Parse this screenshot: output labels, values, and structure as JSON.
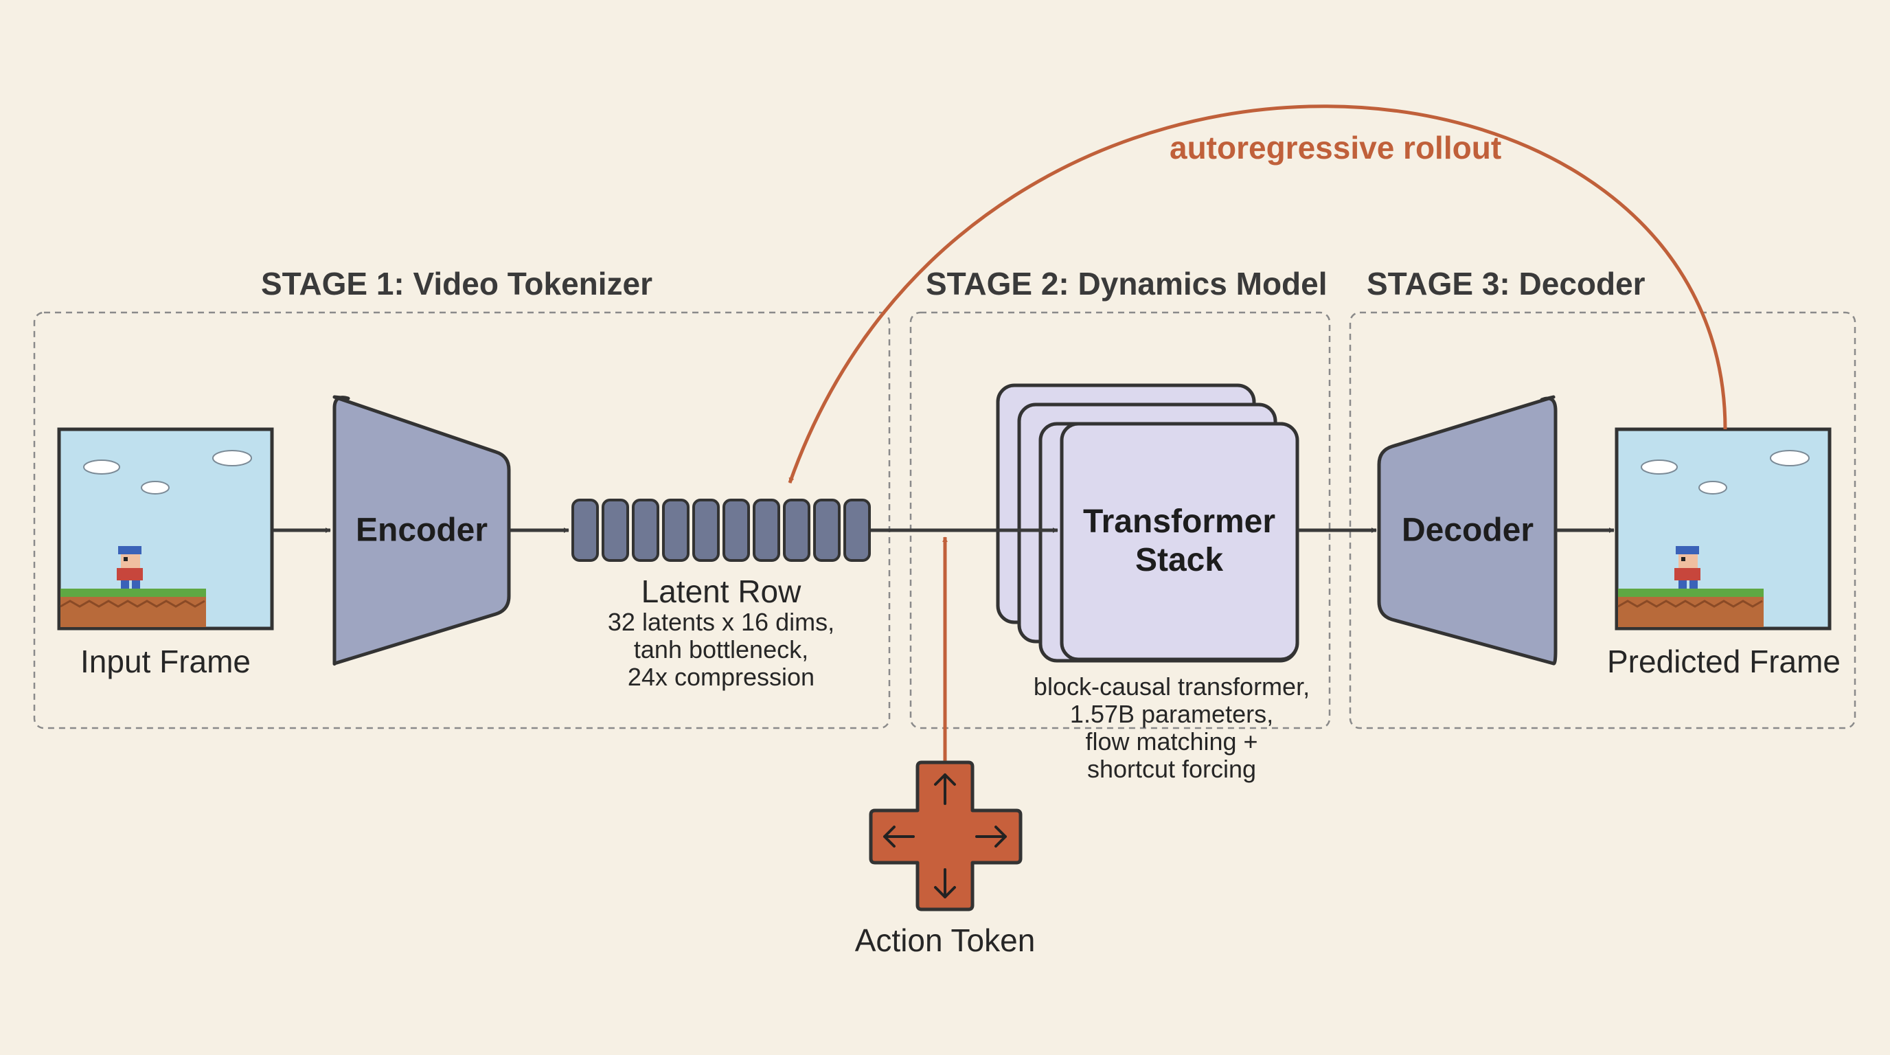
{
  "stages": {
    "stage1": "STAGE 1: Video Tokenizer",
    "stage2": "STAGE 2: Dynamics Model",
    "stage3": "STAGE 3: Decoder"
  },
  "nodes": {
    "input_frame": "Input Frame",
    "encoder": "Encoder",
    "latent_row": "Latent Row",
    "latent_details": [
      "32 latents x 16 dims,",
      "tanh bottleneck,",
      "24x compression"
    ],
    "transformer_line1": "Transformer",
    "transformer_line2": "Stack",
    "transformer_details": [
      "block-causal transformer,",
      "1.57B parameters,",
      "flow matching +",
      "shortcut forcing"
    ],
    "decoder": "Decoder",
    "predicted_frame": "Predicted Frame",
    "action_token": "Action Token"
  },
  "loop_label": "autoregressive rollout",
  "latent_token_count": 10,
  "colors": {
    "background": "#f6f0e4",
    "node_fill": "#9ea5c1",
    "latent_fill": "#6f7894",
    "transformer_fill": "#dcd9ee",
    "accent": "#c0603a",
    "sky": "#bfe0ee",
    "grass": "#5fa843",
    "dirt": "#b86a3a",
    "outline": "#3a3a3a"
  },
  "icons": {
    "action": "dpad-arrows-icon",
    "frame_character": "pixel-character-icon"
  }
}
